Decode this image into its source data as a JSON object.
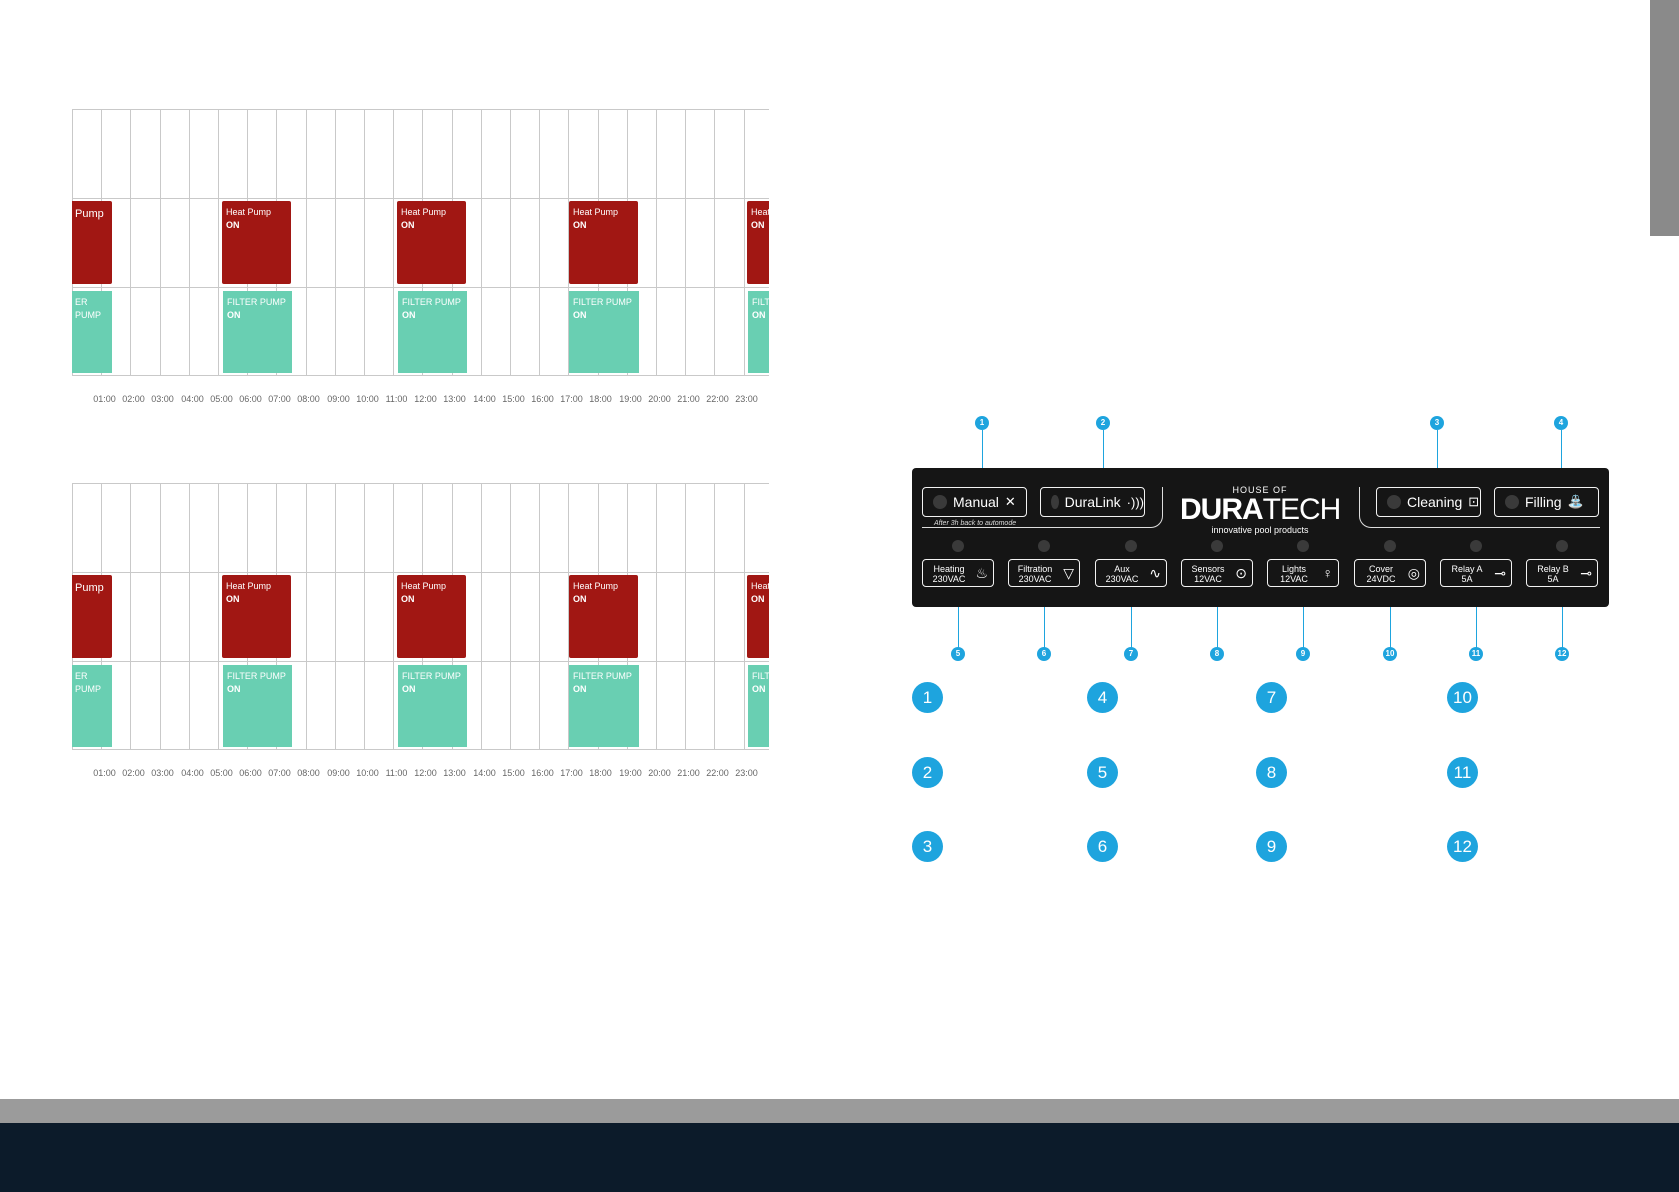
{
  "schedules": [
    {
      "times": [
        "01:00",
        "02:00",
        "03:00",
        "04:00",
        "05:00",
        "06:00",
        "07:00",
        "08:00",
        "09:00",
        "10:00",
        "11:00",
        "12:00",
        "13:00",
        "14:00",
        "15:00",
        "16:00",
        "17:00",
        "18:00",
        "19:00",
        "20:00",
        "21:00",
        "22:00",
        "23:00"
      ],
      "heat_pump": [
        {
          "name": "Pump",
          "state": ""
        },
        {
          "name": "Heat Pump",
          "state": "ON"
        },
        {
          "name": "Heat Pump",
          "state": "ON"
        },
        {
          "name": "Heat Pump",
          "state": "ON"
        },
        {
          "name": "Heat",
          "state": "ON"
        }
      ],
      "filter_pump": [
        {
          "name": "ER PUMP",
          "state": ""
        },
        {
          "name": "FILTER PUMP",
          "state": "ON"
        },
        {
          "name": "FILTER PUMP",
          "state": "ON"
        },
        {
          "name": "FILTER PUMP",
          "state": "ON"
        },
        {
          "name": "FILT",
          "state": "ON"
        }
      ]
    },
    {
      "times": [
        "01:00",
        "02:00",
        "03:00",
        "04:00",
        "05:00",
        "06:00",
        "07:00",
        "08:00",
        "09:00",
        "10:00",
        "11:00",
        "12:00",
        "13:00",
        "14:00",
        "15:00",
        "16:00",
        "17:00",
        "18:00",
        "19:00",
        "20:00",
        "21:00",
        "22:00",
        "23:00"
      ],
      "heat_pump": [
        {
          "name": "Pump",
          "state": ""
        },
        {
          "name": "Heat Pump",
          "state": "ON"
        },
        {
          "name": "Heat Pump",
          "state": "ON"
        },
        {
          "name": "Heat Pump",
          "state": "ON"
        },
        {
          "name": "Heat",
          "state": "ON"
        }
      ],
      "filter_pump": [
        {
          "name": "ER PUMP",
          "state": ""
        },
        {
          "name": "FILTER PUMP",
          "state": "ON"
        },
        {
          "name": "FILTER PUMP",
          "state": "ON"
        },
        {
          "name": "FILTER PUMP",
          "state": "ON"
        },
        {
          "name": "FILT",
          "state": "ON"
        }
      ]
    }
  ],
  "panel": {
    "top_buttons": [
      {
        "label": "Manual",
        "icon": "tools-icon"
      },
      {
        "label": "DuraLink",
        "icon": "wireless-icon"
      },
      {
        "label": "Cleaning",
        "icon": "robot-cleaner-icon"
      },
      {
        "label": "Filling",
        "icon": "water-tap-icon"
      }
    ],
    "manual_note": "After 3h back to automode",
    "logo": {
      "house": "HOUSE OF",
      "brand_bold": "DURA",
      "brand_light": "TECH",
      "tagline": "innovative pool products"
    },
    "bottom_buttons": [
      {
        "line1": "Heating",
        "line2": "230VAC",
        "icon": "flame-icon"
      },
      {
        "line1": "Filtration",
        "line2": "230VAC",
        "icon": "filter-icon"
      },
      {
        "line1": "Aux",
        "line2": "230VAC",
        "icon": "sine-wave-icon"
      },
      {
        "line1": "Sensors",
        "line2": "12VAC",
        "icon": "sensor-icon"
      },
      {
        "line1": "Lights",
        "line2": "12VAC",
        "icon": "bulb-icon"
      },
      {
        "line1": "Cover",
        "line2": "24VDC",
        "icon": "spiral-icon"
      },
      {
        "line1": "Relay A",
        "line2": "5A",
        "icon": "switch-icon"
      },
      {
        "line1": "Relay B",
        "line2": "5A",
        "icon": "switch-icon"
      }
    ],
    "callouts_top": [
      "1",
      "2",
      "3",
      "4"
    ],
    "callouts_bottom": [
      "5",
      "6",
      "7",
      "8",
      "9",
      "10",
      "11",
      "12"
    ]
  },
  "legend": [
    "1",
    "2",
    "3",
    "4",
    "5",
    "6",
    "7",
    "8",
    "9",
    "10",
    "11",
    "12"
  ],
  "colors": {
    "heat_pump": "#a11713",
    "filter_pump": "#69cfb2",
    "callout": "#1ea4de",
    "panel": "#151515",
    "footer": "#0c1b2a"
  }
}
